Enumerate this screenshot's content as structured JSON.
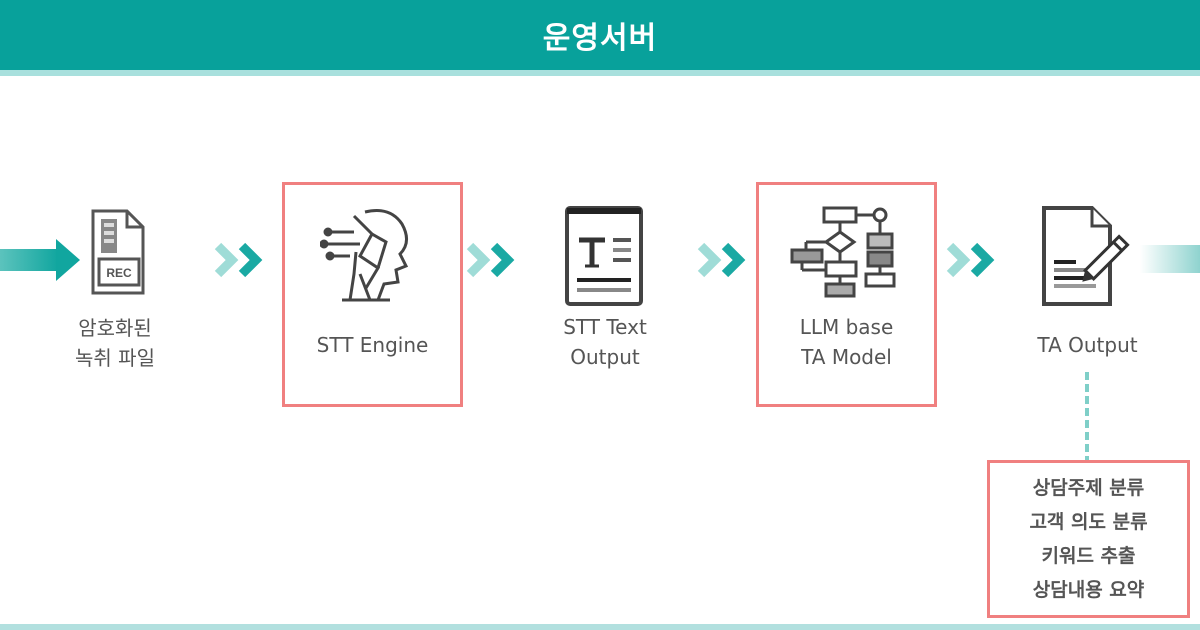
{
  "header": {
    "title": "운영서버"
  },
  "colors": {
    "header_bg": "#08a19b",
    "header_underline": "#a8e0dd",
    "accent_teal": "#1aa9a3",
    "highlight_border": "#f08080",
    "bottom_line": "#b2e0df"
  },
  "flow": {
    "input_arrow": {
      "icon": "arrow-right-icon"
    },
    "nodes": [
      {
        "id": "encrypted-file",
        "label": "암호화된\n녹취 파일",
        "icon": "rec-file-icon",
        "highlighted": false
      },
      {
        "id": "stt-engine",
        "label": "STT Engine",
        "icon": "ai-head-icon",
        "highlighted": true
      },
      {
        "id": "stt-text-output",
        "label": "STT Text\nOutput",
        "icon": "text-document-icon",
        "highlighted": false
      },
      {
        "id": "llm-ta-model",
        "label": "LLM base\nTA Model",
        "icon": "flowchart-icon",
        "highlighted": true
      },
      {
        "id": "ta-output",
        "label": "TA Output",
        "icon": "document-edit-icon",
        "highlighted": false
      }
    ],
    "connectors": [
      "double-chevron-icon",
      "double-chevron-icon",
      "double-chevron-icon",
      "double-chevron-icon"
    ],
    "output_bar": {
      "icon": "gradient-arrow-bar"
    }
  },
  "ta_results": {
    "items": [
      "상담주제 분류",
      "고객 의도 분류",
      "키워드 추출",
      "상담내용 요약"
    ]
  }
}
